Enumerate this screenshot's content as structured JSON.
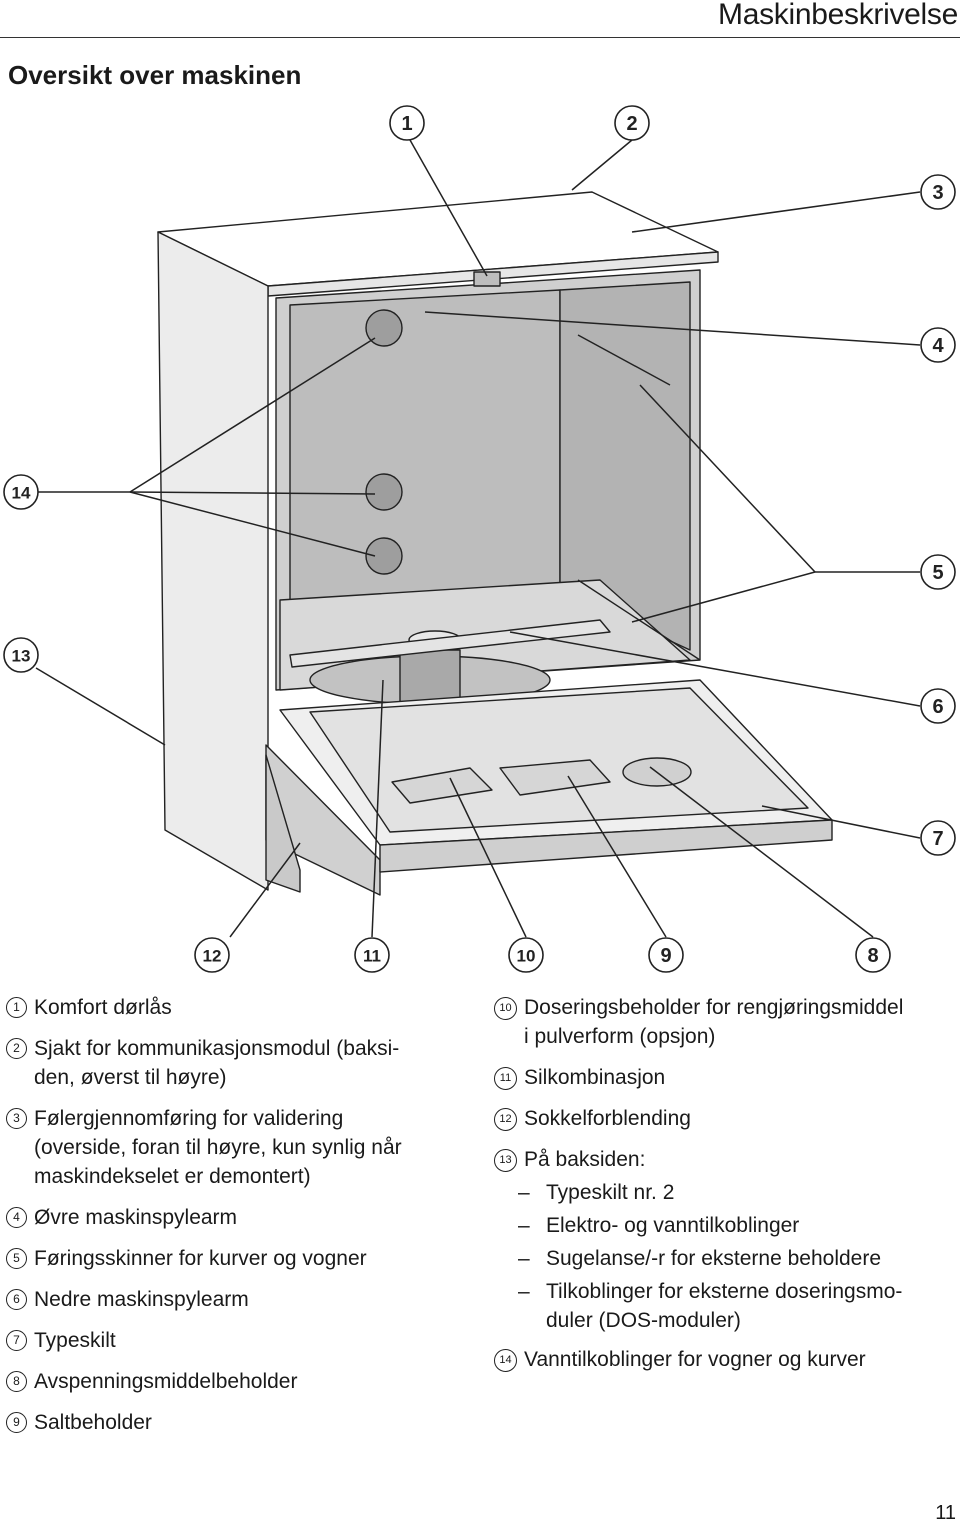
{
  "header": {
    "title": "Maskinbeskrivelse"
  },
  "section": {
    "title": "Oversikt over maskinen"
  },
  "callouts": [
    "1",
    "2",
    "3",
    "4",
    "5",
    "6",
    "7",
    "8",
    "9",
    "10",
    "11",
    "12",
    "13",
    "14"
  ],
  "legend_left": [
    {
      "num": "1",
      "text": "Komfort dørlås"
    },
    {
      "num": "2",
      "text": "Sjakt for kommunikasjonsmodul (baksi-\nden, øverst til høyre)"
    },
    {
      "num": "3",
      "text": "Følergjennomføring for validering\n(overside, foran til høyre, kun synlig når\nmaskindekselet er demontert)"
    },
    {
      "num": "4",
      "text": "Øvre maskinspylearm"
    },
    {
      "num": "5",
      "text": "Føringsskinner for kurver og vogner"
    },
    {
      "num": "6",
      "text": "Nedre maskinspylearm"
    },
    {
      "num": "7",
      "text": "Typeskilt"
    },
    {
      "num": "8",
      "text": "Avspenningsmiddelbeholder"
    },
    {
      "num": "9",
      "text": "Saltbeholder"
    }
  ],
  "legend_right": [
    {
      "num": "10",
      "text": "Doseringsbeholder for rengjøringsmiddel\ni pulverform (opsjon)"
    },
    {
      "num": "11",
      "text": "Silkombinasjon"
    },
    {
      "num": "12",
      "text": "Sokkelforblending"
    },
    {
      "num": "13",
      "text": "På baksiden:"
    }
  ],
  "legend_right_sub": [
    "Typeskilt nr. 2",
    "Elektro- og vanntilkoblinger",
    "Sugelanse/-r for eksterne beholdere",
    "Tilkoblinger for eksterne doseringsmo-\nduler (DOS-moduler)"
  ],
  "legend_right_last": {
    "num": "14",
    "text": "Vanntilkoblinger for vogner og kurver"
  },
  "page_number": "11"
}
